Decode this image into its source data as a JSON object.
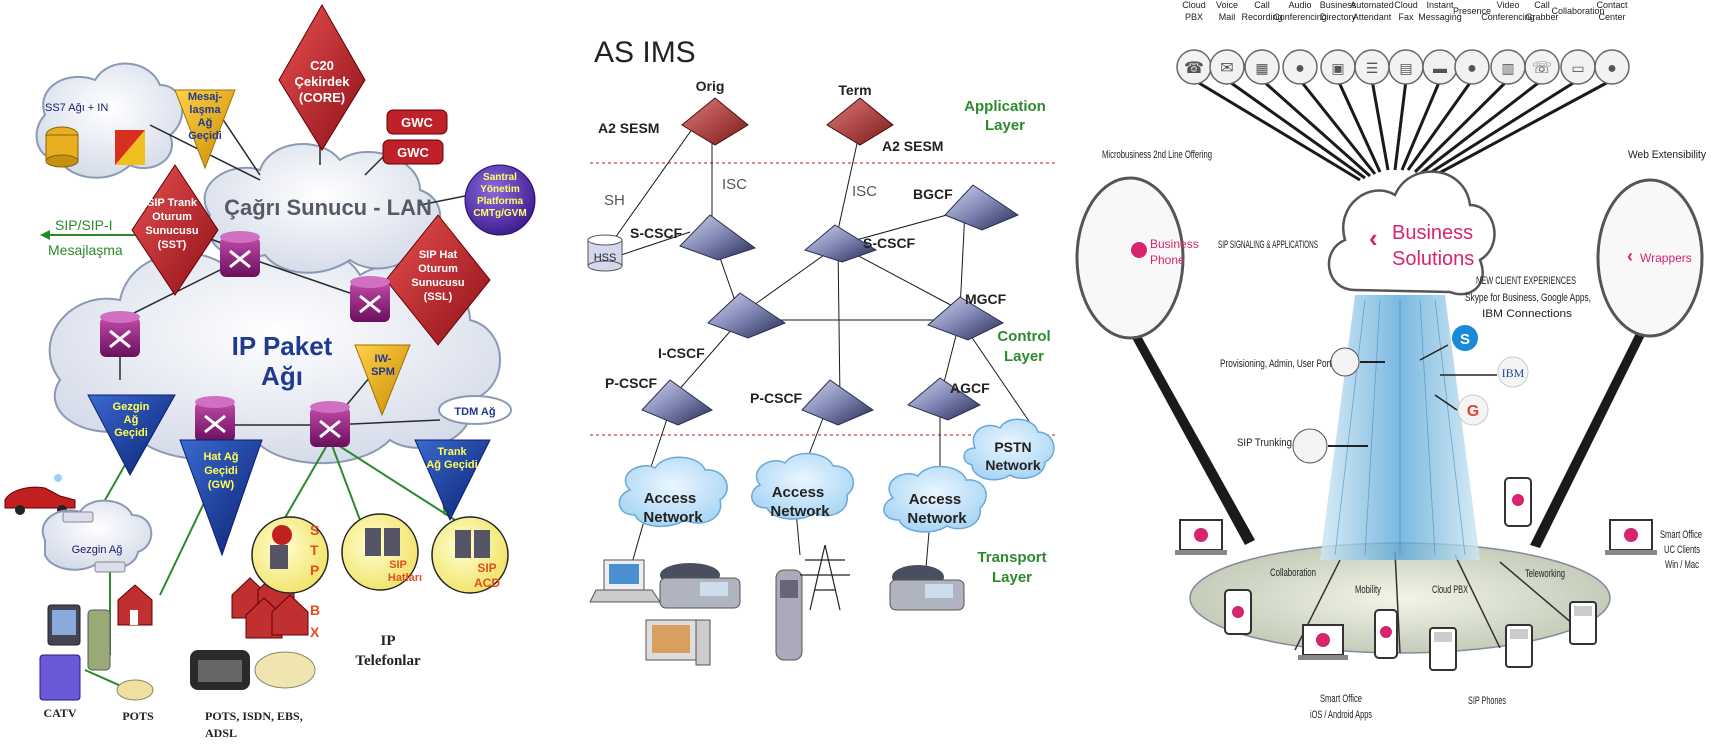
{
  "panel1": {
    "ss7": "SS7 Ağı + IN",
    "mesaj_gw": [
      "Mesaj-",
      "laşma",
      "Ağ",
      "Geçidi"
    ],
    "c20": [
      "C20",
      "Çekirdek",
      "(CORE)"
    ],
    "gwc1": "GWC",
    "gwc2": "GWC",
    "santral": [
      "Santral",
      "Yönetim",
      "Platforma",
      "CMTg/GVM"
    ],
    "cagri": "Çağrı Sunucu - LAN",
    "sip_sip": "SIP/SIP-I",
    "mesajlasma": "Mesajlaşma",
    "sst": [
      "SIP Trank",
      "Oturum",
      "Sunucusu",
      "(SST)"
    ],
    "ssl": [
      "SIP Hat",
      "Oturum",
      "Sunucusu",
      "(SSL)"
    ],
    "ip_paket": [
      "IP Paket",
      "Ağı"
    ],
    "iw_spm": [
      "IW-",
      "SPM"
    ],
    "tdm": "TDM Ağ",
    "gezgin_gw": [
      "Gezgin",
      "Ağ",
      "Geçidi"
    ],
    "hat_gw": [
      "Hat Ağ",
      "Geçidi",
      "(GW)"
    ],
    "trank_gw": [
      "Trank",
      "Ağ Geçidi"
    ],
    "gezgin_ag": "Gezgin Ağ",
    "stpbx": [
      "S",
      "T",
      "P",
      "B",
      "X"
    ],
    "sip_hatlari": [
      "SIP",
      "Hatları"
    ],
    "sip_acd": [
      "SIP",
      "ACD"
    ],
    "ip_tel": [
      "IP",
      "Telefonlar"
    ],
    "catv": "CATV",
    "pots": "POTS",
    "pots_isdn": [
      "POTS, ISDN, EBS,",
      "ADSL"
    ]
  },
  "panel2": {
    "title": "AS IMS",
    "orig": "Orig",
    "term": "Term",
    "a2sesm_left": "A2 SESM",
    "a2sesm_right": "A2 SESM",
    "app_layer": [
      "Application",
      "Layer"
    ],
    "isc1": "ISC",
    "isc2": "ISC",
    "sh": "SH",
    "hss": "HSS",
    "scscf_left": "S-CSCF",
    "scscf_right": "S-CSCF",
    "bgcf": "BGCF",
    "mgcf": "MGCF",
    "control_layer": [
      "Control",
      "Layer"
    ],
    "icscf": "I-CSCF",
    "pcscf_left": "P-CSCF",
    "pcscf_mid": "P-CSCF",
    "agcf": "AGCF",
    "pstn": [
      "PSTN",
      "Network"
    ],
    "access1": [
      "Access",
      "Network"
    ],
    "access2": [
      "Access",
      "Network"
    ],
    "access3": [
      "Access",
      "Network"
    ],
    "transport_layer": [
      "Transport",
      "Layer"
    ]
  },
  "panel3": {
    "top_services": [
      [
        "Cloud",
        "PBX"
      ],
      [
        "Voice",
        "Mail"
      ],
      [
        "Call",
        "Recording"
      ],
      [
        "Audio",
        "Conferencing"
      ],
      [
        "Business",
        "Directory"
      ],
      [
        "Automated",
        "Attendant"
      ],
      [
        "Cloud",
        "Fax"
      ],
      [
        "Instant",
        "Messaging"
      ],
      [
        "Presence",
        ""
      ],
      [
        "Video",
        "Conferencing"
      ],
      [
        "Call",
        "Grabber"
      ],
      [
        "Collaboration",
        ""
      ],
      [
        "Contact",
        "Center"
      ]
    ],
    "micro": "Microbusiness 2nd Line Offering",
    "web_ext": "Web Extensibility",
    "business_phone": [
      "Business",
      "Phone"
    ],
    "wrappers": "Wrappers",
    "sip_signaling": "SIP SIGNALING & APPLICATIONS",
    "business_solutions": [
      "Business",
      "Solutions"
    ],
    "new_client": [
      "NEW CLIENT EXPERIENCES",
      "Skype for Business, Google Apps,",
      "IBM Connections"
    ],
    "provisioning": "Provisioning, Admin, User Portal",
    "sip_trunking": "SIP Trunking",
    "ibm": "IBM",
    "collaboration": "Collaboration",
    "mobility": "Mobility",
    "cloud_pbx": "Cloud PBX",
    "teleworking": "Teleworking",
    "smart_office_right": [
      "Smart Office",
      "UC Clients",
      "Win / Mac"
    ],
    "smart_office_bottom": [
      "Smart Office",
      "iOS / Android Apps"
    ],
    "sip_phones": "SIP Phones"
  },
  "colors": {
    "brand_magenta": "#d6246e",
    "purple_router": "#8b1a7a",
    "red_diamond": "#c0202a",
    "gold": "#e8a817",
    "navy": "#1f3a8f",
    "green_text": "#2d8a2d",
    "ims_node": "#4a4f78",
    "orig_node": "#a83232",
    "layer_line": "#d04040"
  }
}
